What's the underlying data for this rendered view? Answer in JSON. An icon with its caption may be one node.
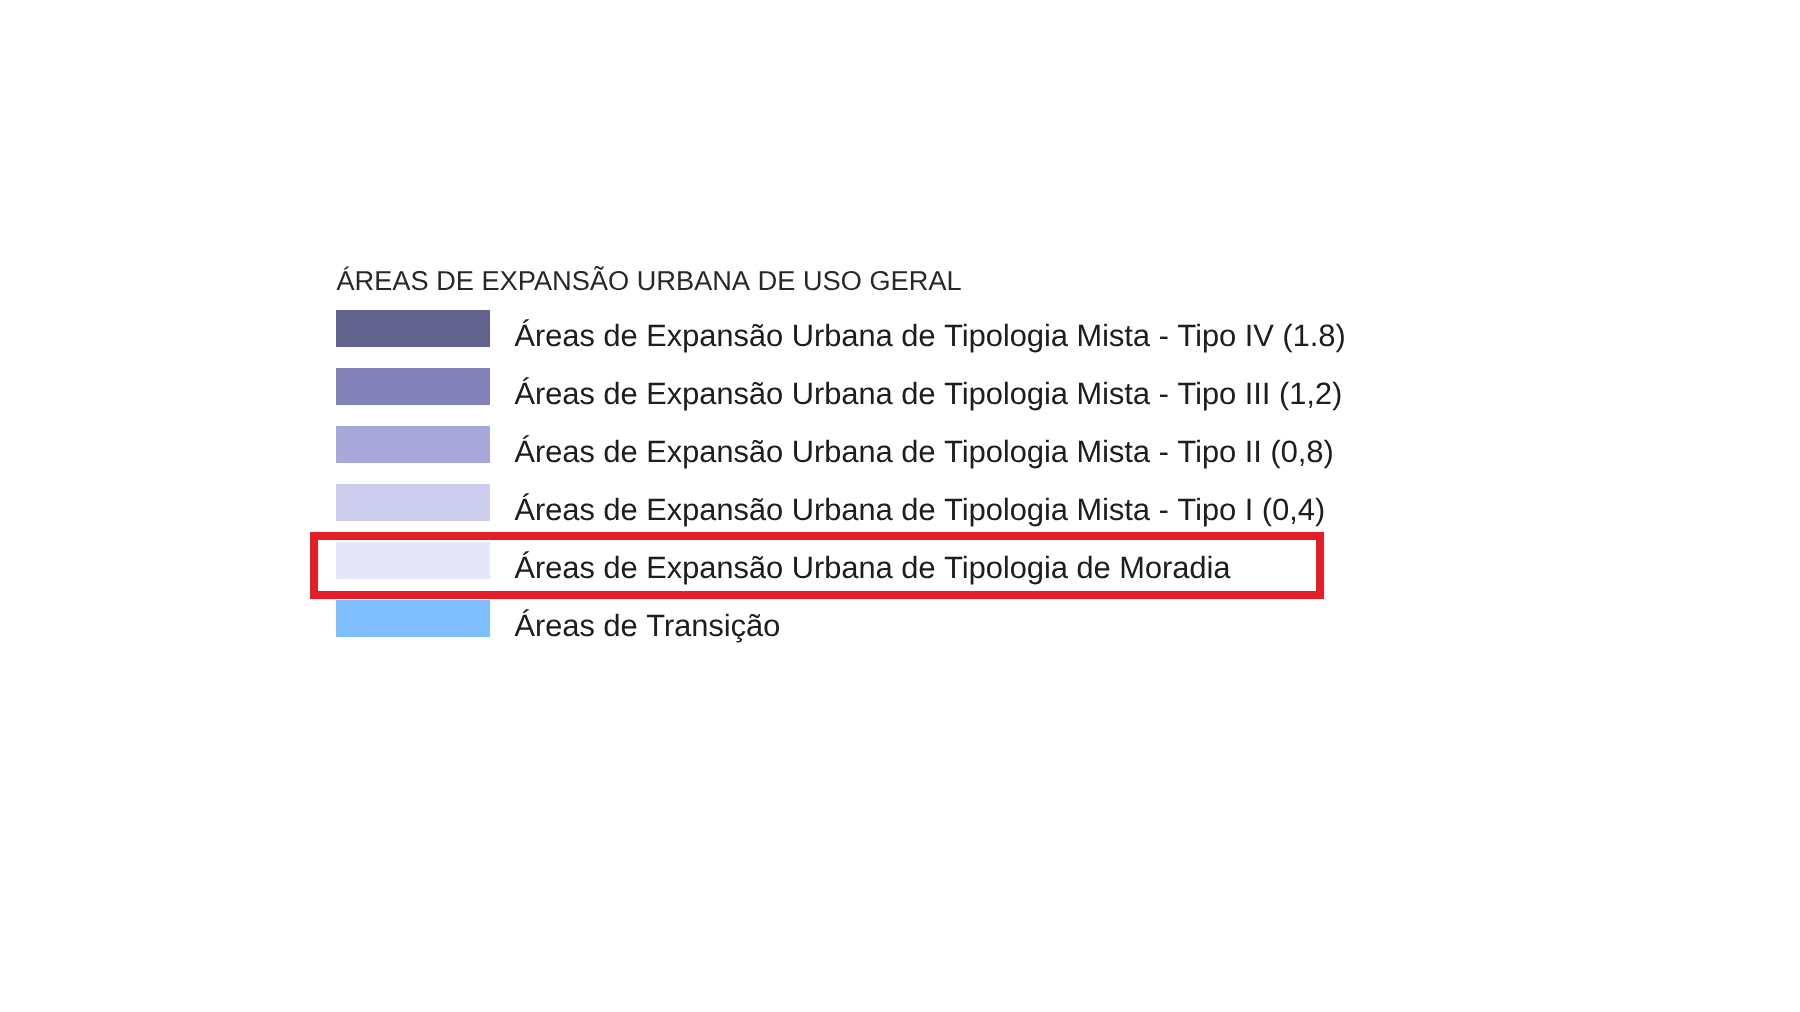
{
  "diagram": {
    "title": "ÁREAS DE EXPANSÃO URBANA DE USO GERAL",
    "legend": [
      {
        "text": "Áreas de Expansão Urbana de Tipologia Mista - Tipo IV (1.8)",
        "color": "#62628f"
      },
      {
        "text": "Áreas de Expansão Urbana de Tipologia Mista - Tipo III (1,2)",
        "color": "#8282b8"
      },
      {
        "text": "Áreas de Expansão Urbana de Tipologia Mista - Tipo II (0,8)",
        "color": "#a7a7da"
      },
      {
        "text": "Áreas de Expansão Urbana de Tipologia Mista - Tipo I (0,4)",
        "color": "#cdcdf0"
      },
      {
        "text": "Áreas de Expansão Urbana de Tipologia de Moradia",
        "color": "#e6e6fa"
      },
      {
        "text": "Áreas de Transição",
        "color": "#80bfff"
      }
    ]
  }
}
